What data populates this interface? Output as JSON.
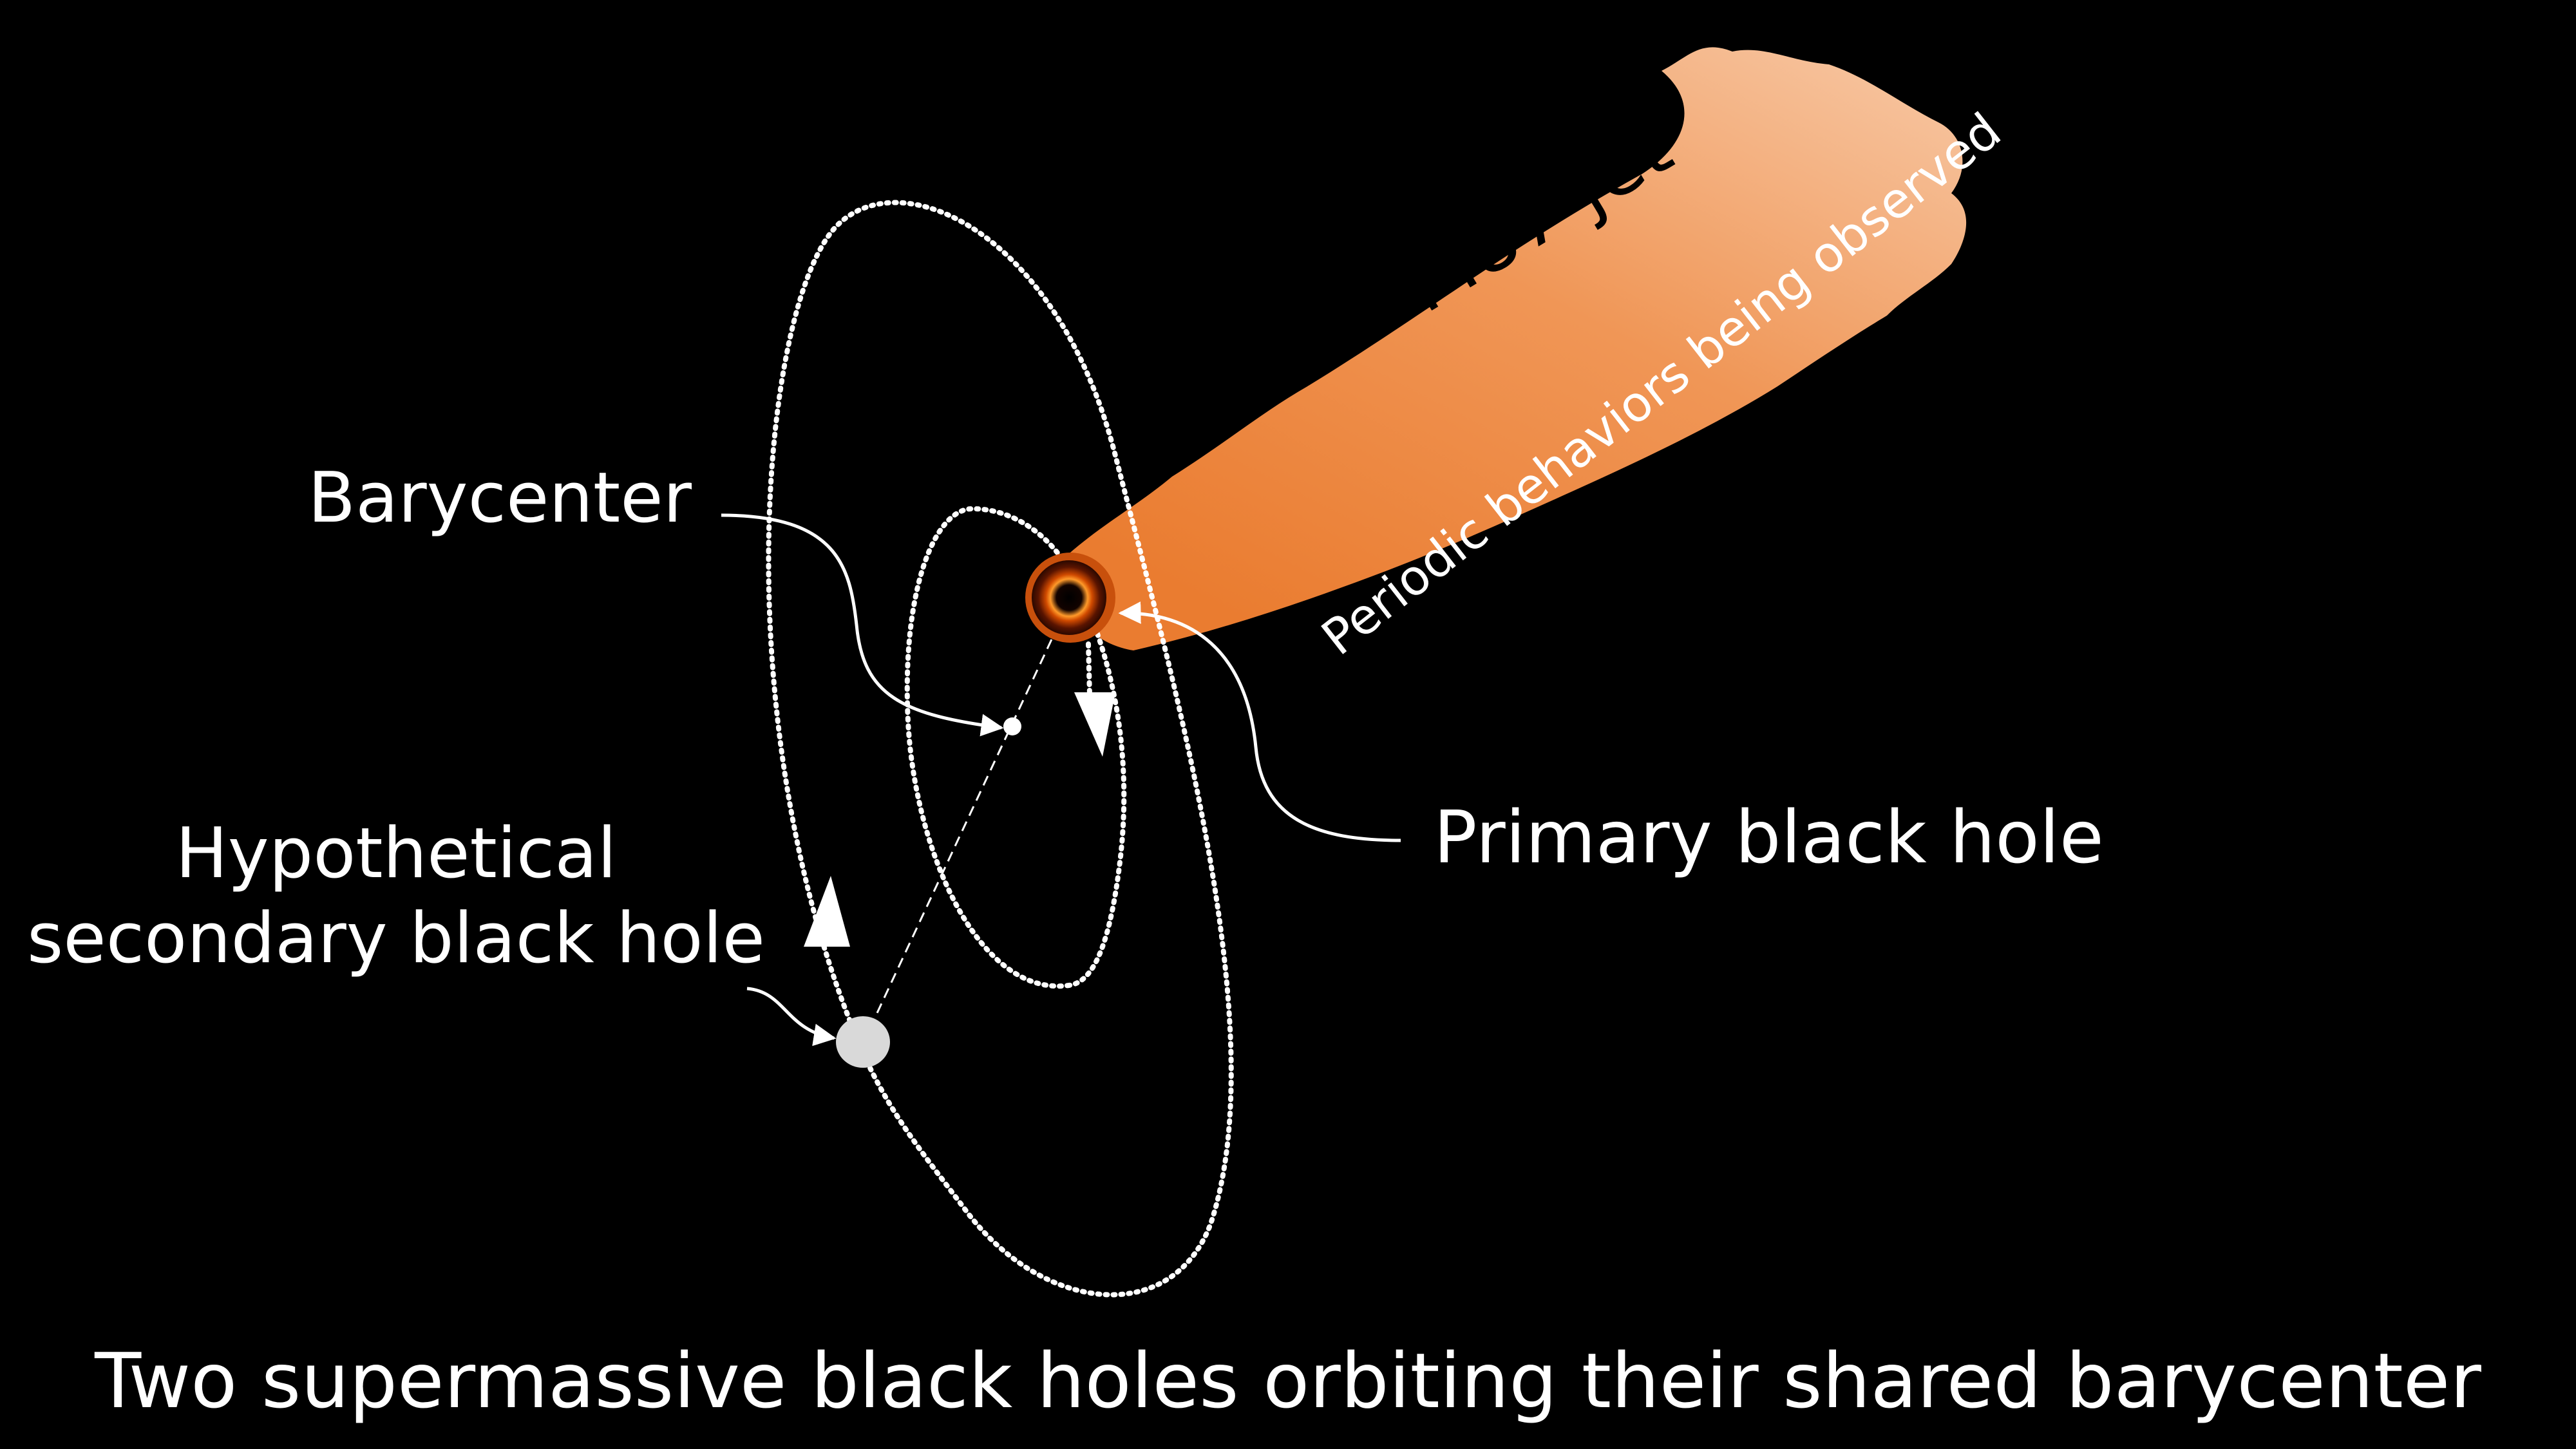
{
  "labels": {
    "barycenter": "Barycenter",
    "secondary_black_hole": "Hypothetical secondary black hole",
    "primary_black_hole": "Primary black hole",
    "jet": "M87 jet",
    "periodic": "Periodic behaviors being observed",
    "caption": "Two supermassive black holes orbiting their shared barycenter"
  },
  "colors": {
    "background": "#000000",
    "jet_light": "#f5b98c",
    "jet_dark": "#ed8236",
    "orbit": "#ffffff",
    "secondary": "#d9d9d9",
    "ring": "#ff8a1e"
  }
}
